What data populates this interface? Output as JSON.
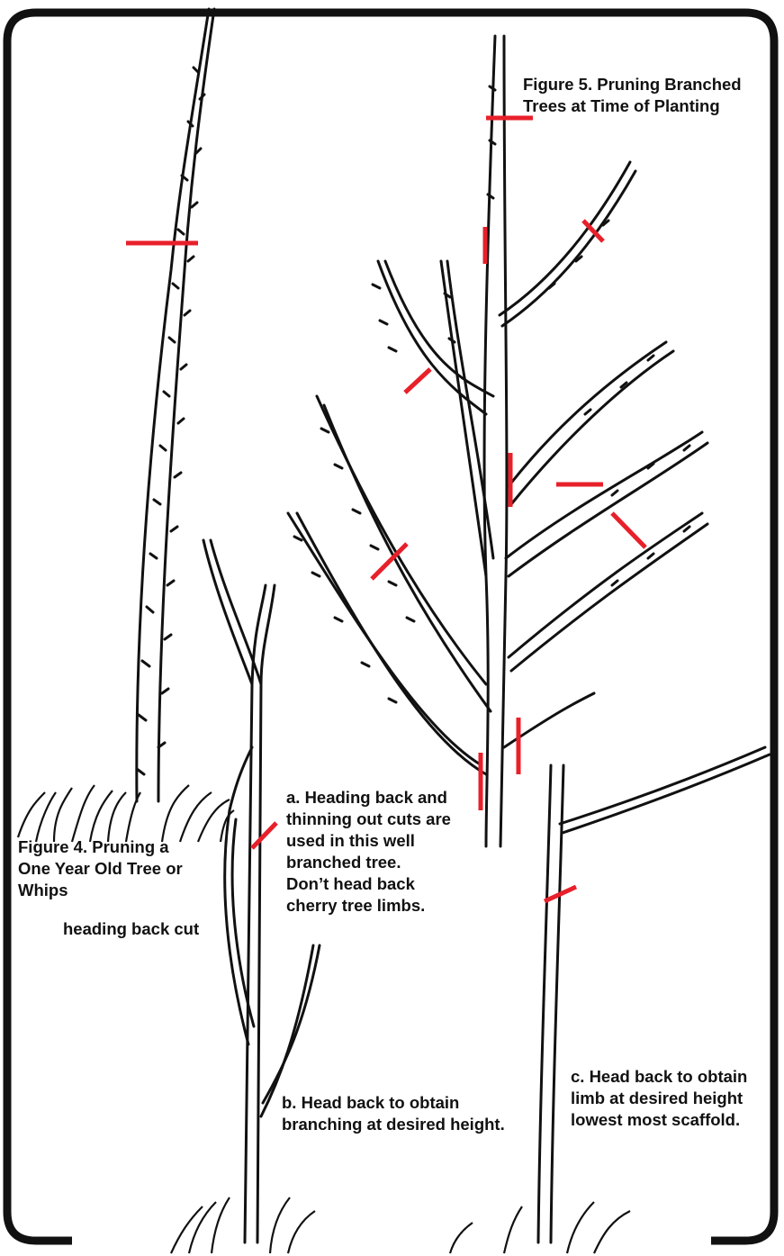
{
  "figure5": {
    "title": "Figure 5. Pruning Branched\nTrees at Time of Planting"
  },
  "figure4": {
    "title": "Figure 4. Pruning  a\nOne Year Old Tree or\nWhips",
    "cut_label": "heading back cut"
  },
  "notes": {
    "a": "a. Heading back and\nthinning out cuts are\nused in this well\nbranched tree.\nDon’t head back\ncherry tree limbs.",
    "b": "b. Head back to obtain\nbranching at desired height.",
    "c": "c. Head back to obtain\nlimb at desired height\nlowest most scaffold."
  },
  "colors": {
    "ink": "#111111",
    "cut": "#e8202a",
    "background": "#ffffff"
  }
}
